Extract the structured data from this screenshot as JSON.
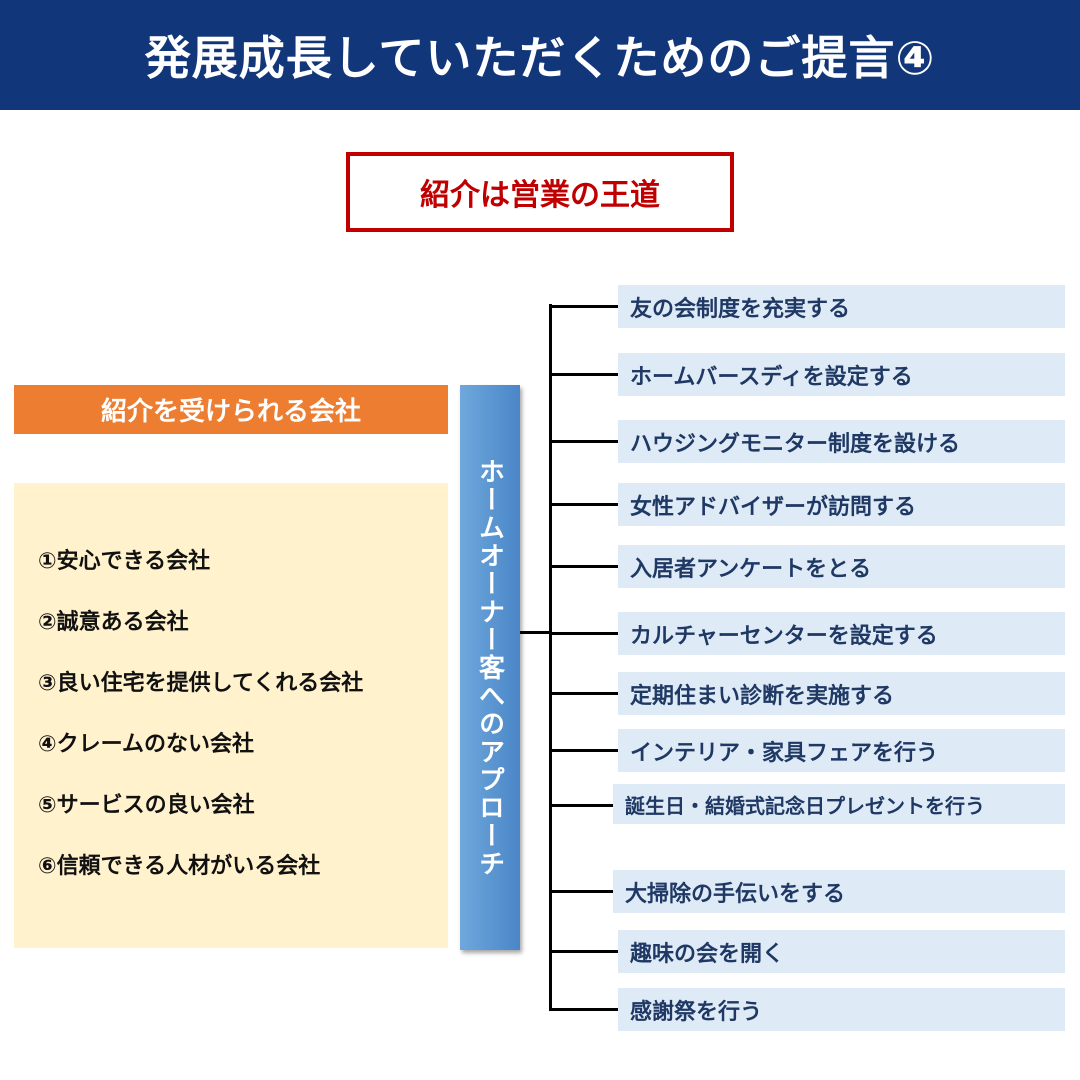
{
  "title": "発展成長していただくためのご提言④",
  "motto": "紹介は営業の王道",
  "left": {
    "heading": "紹介を受けられる会社",
    "items": [
      "①安心できる会社",
      "②誠意ある会社",
      "③良い住宅を提供してくれる会社",
      "④クレームのない会社",
      "⑤サービスの良い会社",
      "⑥信頼できる人材がいる会社"
    ]
  },
  "center": {
    "label": "ホームオーナー客へのアプローチ"
  },
  "approaches": [
    "友の会制度を充実する",
    "ホームバースディを設定する",
    "ハウジングモニター制度を設ける",
    "女性アドバイザーが訪問する",
    "入居者アンケートをとる",
    "カルチャーセンターを設定する",
    "定期住まい診断を実施する",
    "インテリア・家具フェアを行う",
    "誕生日・結婚式記念日プレゼントを行う",
    "大掃除の手伝いをする",
    "趣味の会を開く",
    "感謝祭を行う"
  ]
}
